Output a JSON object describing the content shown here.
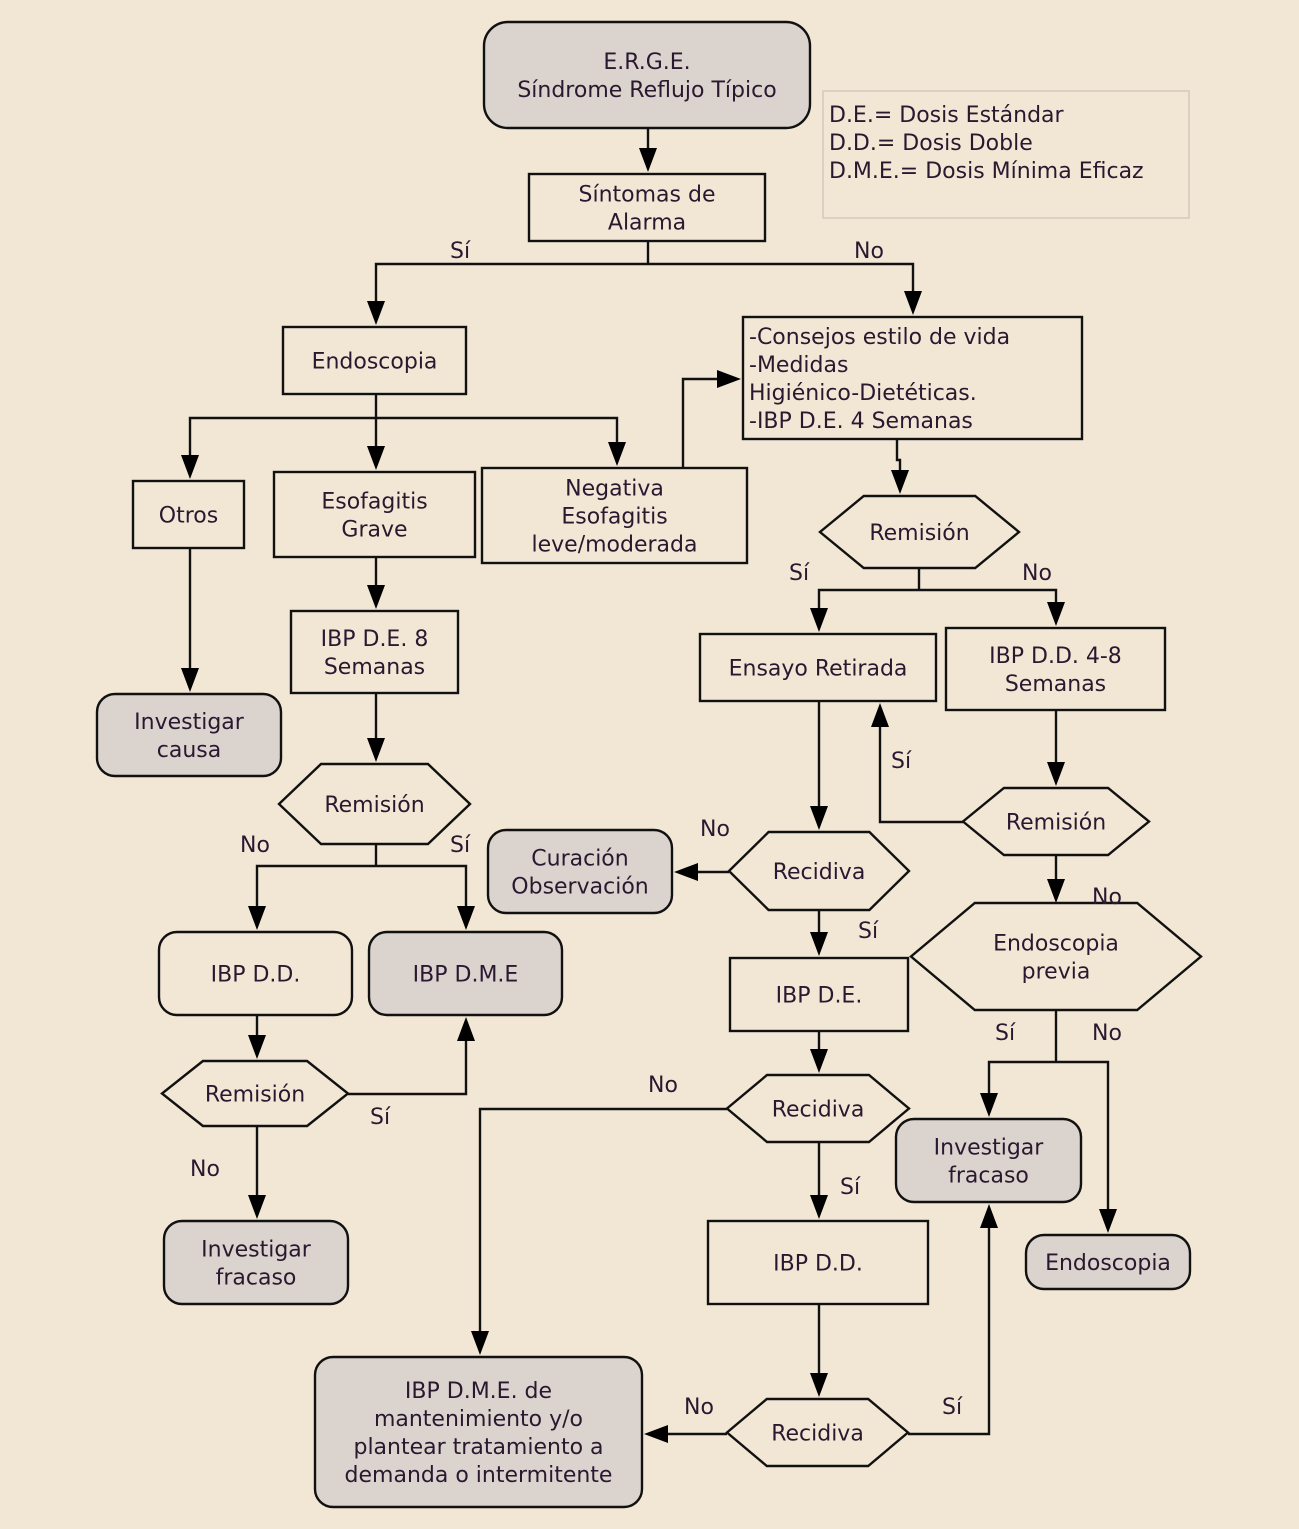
{
  "legend": {
    "lines": [
      "D.E.= Dosis Estándar",
      "D.D.= Dosis Doble",
      "D.M.E.= Dosis Mínima Eficaz"
    ]
  },
  "colors": {
    "background": "#f2e7d5",
    "terminal_fill": "#dbd3cd",
    "process_fill": "#f2e7d5",
    "line": "#111111",
    "text": "#2a1830"
  },
  "nodes": {
    "erge": {
      "type": "terminal",
      "lines": [
        "E.R.G.E.",
        "Síndrome Reflujo Típico"
      ]
    },
    "sintomas": {
      "type": "process",
      "lines": [
        "Síntomas de",
        "Alarma"
      ]
    },
    "endoscopia1": {
      "type": "process",
      "lines": [
        "Endoscopia"
      ]
    },
    "consejos": {
      "type": "process",
      "lines": [
        "-Consejos estilo de vida",
        "-Medidas",
        "Higiénico-Dietéticas.",
        "-IBP D.E. 4 Semanas"
      ]
    },
    "otros": {
      "type": "process",
      "lines": [
        "Otros"
      ]
    },
    "esofagitis_grave": {
      "type": "process",
      "lines": [
        "Esofagitis",
        "Grave"
      ]
    },
    "negativa": {
      "type": "process",
      "lines": [
        "Negativa",
        "Esofagitis",
        "leve/moderada"
      ]
    },
    "remision_r": {
      "type": "decision",
      "lines": [
        "Remisión"
      ]
    },
    "ensayo_retirada": {
      "type": "process",
      "lines": [
        "Ensayo Retirada"
      ]
    },
    "ibp_dd_48": {
      "type": "process",
      "lines": [
        "IBP D.D. 4-8",
        "Semanas"
      ]
    },
    "ibp_de8": {
      "type": "process",
      "lines": [
        "IBP D.E. 8",
        "Semanas"
      ]
    },
    "investigar_causa": {
      "type": "terminal",
      "lines": [
        "Investigar",
        "causa"
      ]
    },
    "remision_l": {
      "type": "decision",
      "lines": [
        "Remisión"
      ]
    },
    "remision_r2": {
      "type": "decision",
      "lines": [
        "Remisión"
      ]
    },
    "curacion": {
      "type": "terminal",
      "lines": [
        "Curación",
        "Observación"
      ]
    },
    "recidiva1": {
      "type": "decision",
      "lines": [
        "Recidiva"
      ]
    },
    "endoscopia_previa": {
      "type": "decision",
      "lines": [
        "Endoscopia",
        "previa"
      ]
    },
    "ibp_dd_l": {
      "type": "rounded",
      "lines": [
        "IBP D.D."
      ]
    },
    "ibp_dme_l": {
      "type": "terminal",
      "lines": [
        "IBP D.M.E"
      ]
    },
    "ibp_de": {
      "type": "process",
      "lines": [
        "IBP D.E."
      ]
    },
    "remision_l2": {
      "type": "decision",
      "lines": [
        "Remisión"
      ]
    },
    "recidiva2": {
      "type": "decision",
      "lines": [
        "Recidiva"
      ]
    },
    "investigar_fracaso_r": {
      "type": "terminal",
      "lines": [
        "Investigar",
        "fracaso"
      ]
    },
    "endoscopia_r": {
      "type": "terminal",
      "lines": [
        "Endoscopia"
      ]
    },
    "investigar_fracaso_l": {
      "type": "terminal",
      "lines": [
        "Investigar",
        "fracaso"
      ]
    },
    "ibp_dd_c": {
      "type": "process",
      "lines": [
        "IBP D.D."
      ]
    },
    "recidiva3": {
      "type": "decision",
      "lines": [
        "Recidiva"
      ]
    },
    "ibp_dme_mant": {
      "type": "terminal",
      "lines": [
        "IBP D.M.E. de",
        "mantenimiento  y/o",
        "plantear tratamiento a",
        "demanda o intermitente"
      ]
    }
  },
  "edge_labels": {
    "sintomas_si": "Sí",
    "sintomas_no": "No",
    "remision_r_si": "Sí",
    "remision_r_no": "No",
    "remision_r2_si": "Sí",
    "remision_r2_no": "No",
    "remision_l_no": "No",
    "remision_l_si": "Sí",
    "recidiva1_no": "No",
    "recidiva1_si": "Sí",
    "endoscopia_previa_si": "Sí",
    "endoscopia_previa_no": "No",
    "remision_l2_si": "Sí",
    "remision_l2_no": "No",
    "recidiva2_no": "No",
    "recidiva2_si": "Sí",
    "recidiva3_no": "No",
    "recidiva3_si": "Sí"
  }
}
